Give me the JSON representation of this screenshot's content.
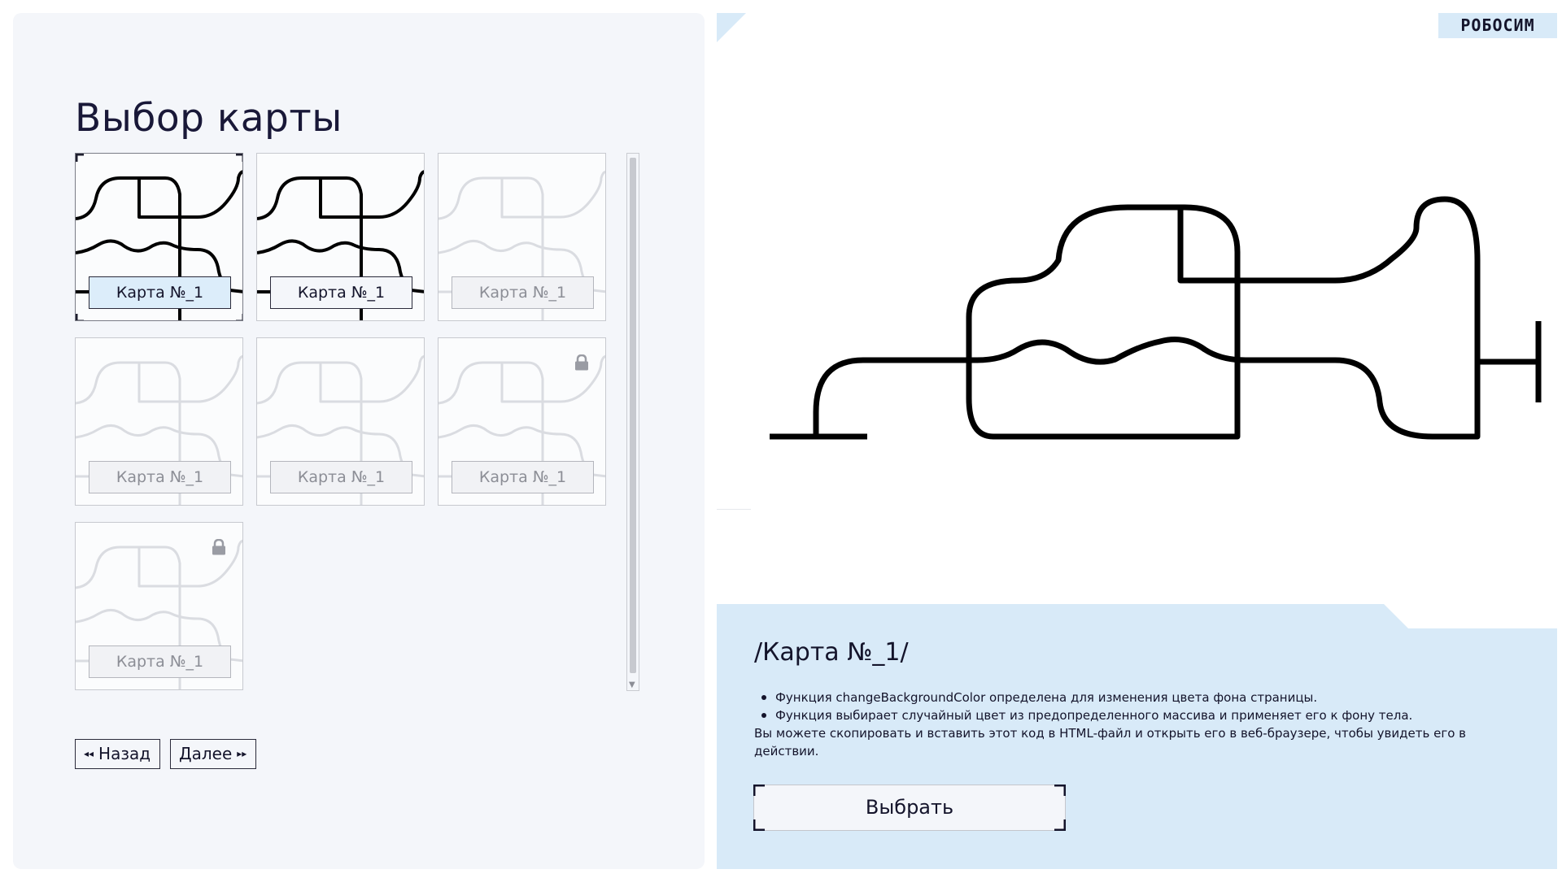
{
  "app": {
    "brand": "РОБОСИМ"
  },
  "map_selection": {
    "title": "Выбор карты",
    "cards": [
      {
        "label": "Карта №_1",
        "state": "selected",
        "locked": false
      },
      {
        "label": "Карта №_1",
        "state": "active",
        "locked": false
      },
      {
        "label": "Карта №_1",
        "state": "disabled",
        "locked": false
      },
      {
        "label": "Карта №_1",
        "state": "disabled",
        "locked": false
      },
      {
        "label": "Карта №_1",
        "state": "disabled",
        "locked": false
      },
      {
        "label": "Карта №_1",
        "state": "disabled",
        "locked": true
      },
      {
        "label": "Карта №_1",
        "state": "disabled",
        "locked": true
      }
    ],
    "nav": {
      "back_label": "Назад",
      "next_label": "Далее"
    }
  },
  "details": {
    "title": "/Карта №_1/",
    "bullets": [
      "Функция changeBackgroundColor определена для изменения цвета фона страницы.",
      "Функция выбирает случайный цвет из предопределенного массива и применяет его к фону тела."
    ],
    "paragraph": "Вы можете скопировать и вставить этот код в HTML-файл и открыть его в веб-браузере, чтобы увидеть его в действии.",
    "select_label": "Выбрать"
  },
  "colors": {
    "accent_light": "#d8eaf8",
    "panel_bg": "#f4f6fa",
    "ink": "#14142b"
  },
  "icons": {
    "lock": "lock-icon",
    "back": "triangle-left-icon",
    "next": "triangle-right-icon"
  }
}
